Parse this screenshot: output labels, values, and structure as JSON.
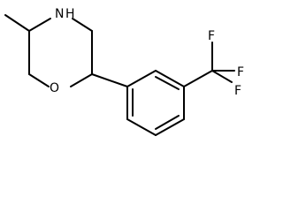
{
  "atoms": {
    "nitrogen": "N",
    "hydrogen": "H",
    "oxygen": "O",
    "fluorine_1": "F",
    "fluorine_2": "F",
    "fluorine_3": "F"
  },
  "colors": {
    "bond": "#000000",
    "label": "#000000",
    "background": "#ffffff"
  }
}
